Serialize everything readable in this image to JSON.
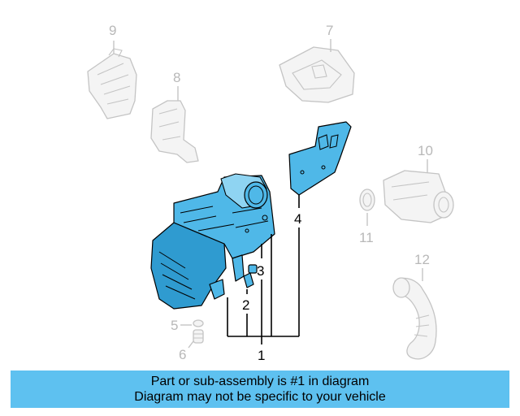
{
  "banner": {
    "line1": "Part or sub-assembly is #1 in diagram",
    "line2": "Diagram may not be specific to your vehicle"
  },
  "callouts": {
    "c1": "1",
    "c2": "2",
    "c3": "3",
    "c4": "4",
    "c5": "5",
    "c6": "6",
    "c7": "7",
    "c8": "8",
    "c9": "9",
    "c10": "10",
    "c11": "11",
    "c12": "12"
  },
  "colors": {
    "highlight": "#4fb8e8",
    "banner": "#5ec1f0",
    "ghost": "#c4c4c4"
  }
}
